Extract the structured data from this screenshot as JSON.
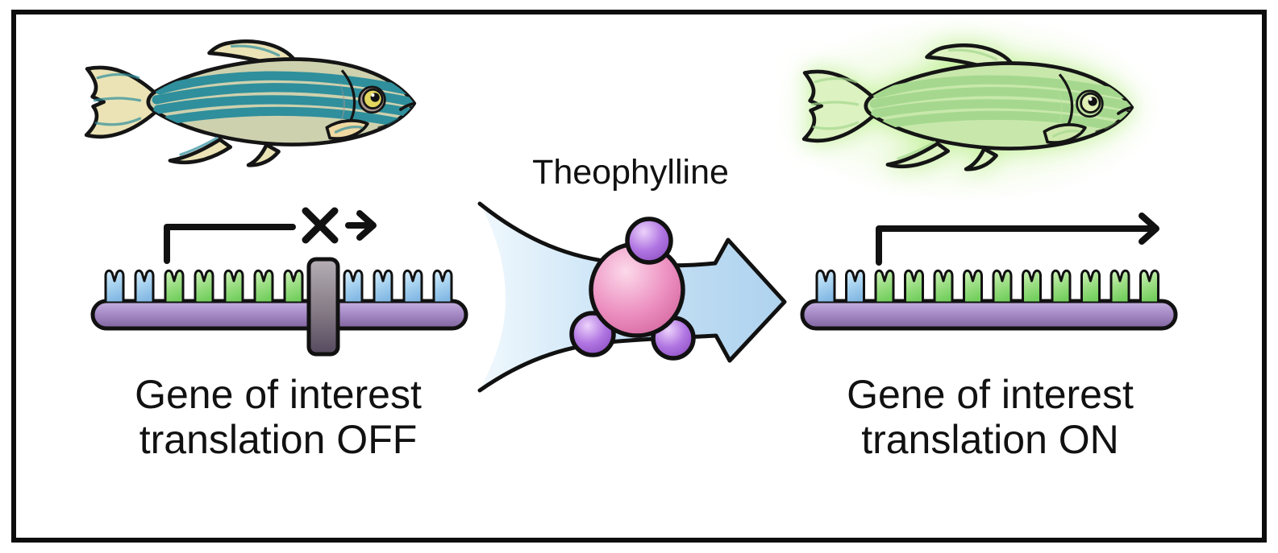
{
  "figure": {
    "center": {
      "molecule_label": "Theophylline"
    },
    "left": {
      "caption_lines": [
        "Gene of interest",
        "translation OFF"
      ],
      "construct_units": [
        "blue",
        "blue",
        "green",
        "green",
        "green",
        "green",
        "green",
        "block",
        "blue",
        "blue",
        "blue",
        "blue"
      ]
    },
    "right": {
      "caption_lines": [
        "Gene of interest",
        "translation ON"
      ],
      "construct_units": [
        "blue",
        "blue",
        "green",
        "green",
        "green",
        "green",
        "green",
        "green",
        "green",
        "green",
        "green",
        "green"
      ]
    },
    "icons": {
      "left_fish": "wildtype-zebrafish",
      "right_fish": "gfp-glowing-zebrafish",
      "blocked_translation": "bent-arrow-with-x",
      "active_translation": "bent-arrow-right",
      "induction": "large-right-swoosh-arrow",
      "molecule": "theophylline-sphere-cluster"
    },
    "colors": {
      "mrna_bar": "#a78cc7",
      "codon_blue": "#a9d3f0",
      "codon_green": "#9fdf87",
      "blocker_gray": "#857a85",
      "arrow_blue": "#c9e3f6",
      "molecule_pink": "#ec8fc0",
      "molecule_purple": "#b176e2",
      "fish_wildtype_body": "#ced1ae",
      "fish_wildtype_stripe": "#2f8f9c",
      "fish_gfp_body": "#c8e8ab",
      "fish_gfp_stripe": "#a5d88e"
    }
  }
}
